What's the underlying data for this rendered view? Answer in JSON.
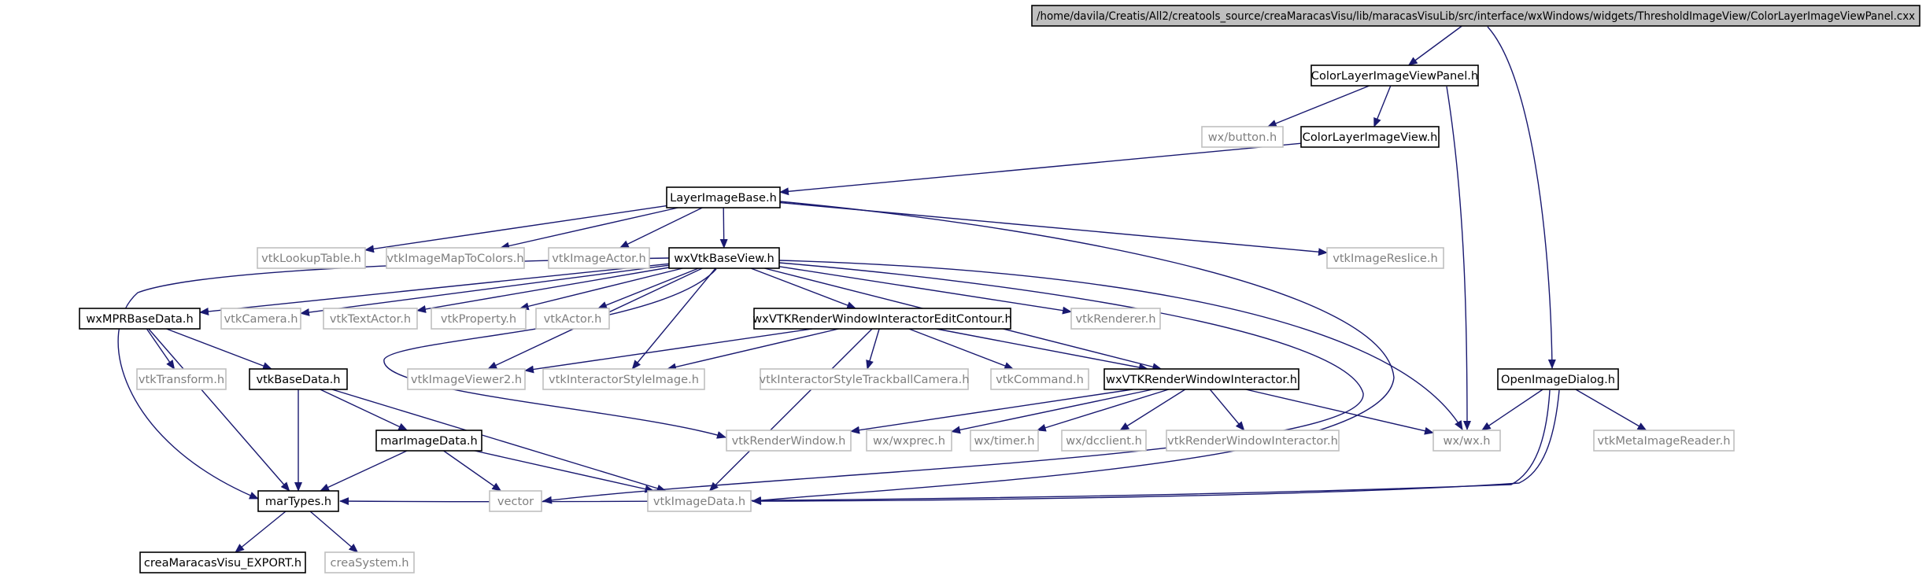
{
  "graph": {
    "nodes": [
      {
        "id": "root",
        "label": "/home/davila/Creatis/All2/creatools_source/creaMaracasVisu/lib/maracasVisuLib/src/interface/wxWindows/widgets/ThresholdImageView/ColorLayerImageViewPanel.cxx",
        "kind": "root"
      },
      {
        "id": "clivp",
        "label": "ColorLayerImageViewPanel.h",
        "kind": "documented"
      },
      {
        "id": "button",
        "label": "wx/button.h",
        "kind": "undocumented"
      },
      {
        "id": "cliv",
        "label": "ColorLayerImageView.h",
        "kind": "documented"
      },
      {
        "id": "lib",
        "label": "LayerImageBase.h",
        "kind": "documented"
      },
      {
        "id": "lut",
        "label": "vtkLookupTable.h",
        "kind": "undocumented"
      },
      {
        "id": "imtc",
        "label": "vtkImageMapToColors.h",
        "kind": "undocumented"
      },
      {
        "id": "imactor",
        "label": "vtkImageActor.h",
        "kind": "undocumented"
      },
      {
        "id": "wxvtkbv",
        "label": "wxVtkBaseView.h",
        "kind": "documented"
      },
      {
        "id": "reslice",
        "label": "vtkImageReslice.h",
        "kind": "undocumented"
      },
      {
        "id": "mpr",
        "label": "wxMPRBaseData.h",
        "kind": "documented"
      },
      {
        "id": "camera",
        "label": "vtkCamera.h",
        "kind": "undocumented"
      },
      {
        "id": "textactor",
        "label": "vtkTextActor.h",
        "kind": "undocumented"
      },
      {
        "id": "property",
        "label": "vtkProperty.h",
        "kind": "undocumented"
      },
      {
        "id": "actor",
        "label": "vtkActor.h",
        "kind": "undocumented"
      },
      {
        "id": "edit",
        "label": "wxVTKRenderWindowInteractorEditContour.h",
        "kind": "documented"
      },
      {
        "id": "renderer",
        "label": "vtkRenderer.h",
        "kind": "undocumented"
      },
      {
        "id": "transform",
        "label": "vtkTransform.h",
        "kind": "undocumented"
      },
      {
        "id": "basedata",
        "label": "vtkBaseData.h",
        "kind": "documented"
      },
      {
        "id": "viewer2",
        "label": "vtkImageViewer2.h",
        "kind": "undocumented"
      },
      {
        "id": "styleimg",
        "label": "vtkInteractorStyleImage.h",
        "kind": "undocumented"
      },
      {
        "id": "trackball",
        "label": "vtkInteractorStyleTrackballCamera.h",
        "kind": "undocumented"
      },
      {
        "id": "command",
        "label": "vtkCommand.h",
        "kind": "undocumented"
      },
      {
        "id": "rwi",
        "label": "wxVTKRenderWindowInteractor.h",
        "kind": "documented"
      },
      {
        "id": "oid",
        "label": "OpenImageDialog.h",
        "kind": "documented"
      },
      {
        "id": "marimg",
        "label": "marImageData.h",
        "kind": "documented"
      },
      {
        "id": "renwin",
        "label": "vtkRenderWindow.h",
        "kind": "undocumented"
      },
      {
        "id": "wxprec",
        "label": "wx/wxprec.h",
        "kind": "undocumented"
      },
      {
        "id": "timer",
        "label": "wx/timer.h",
        "kind": "undocumented"
      },
      {
        "id": "dcclient",
        "label": "wx/dcclient.h",
        "kind": "undocumented"
      },
      {
        "id": "vtkrwi",
        "label": "vtkRenderWindowInteractor.h",
        "kind": "undocumented"
      },
      {
        "id": "wx",
        "label": "wx/wx.h",
        "kind": "undocumented"
      },
      {
        "id": "metareader",
        "label": "vtkMetaImageReader.h",
        "kind": "undocumented"
      },
      {
        "id": "martypes",
        "label": "marTypes.h",
        "kind": "documented"
      },
      {
        "id": "vector",
        "label": "vector",
        "kind": "undocumented"
      },
      {
        "id": "imagedata",
        "label": "vtkImageData.h",
        "kind": "undocumented"
      },
      {
        "id": "export",
        "label": "creaMaracasVisu_EXPORT.h",
        "kind": "documented"
      },
      {
        "id": "crsys",
        "label": "creaSystem.h",
        "kind": "undocumented"
      }
    ],
    "edges": [
      {
        "from": "root",
        "to": "clivp"
      },
      {
        "from": "root",
        "to": "oid"
      },
      {
        "from": "clivp",
        "to": "button"
      },
      {
        "from": "clivp",
        "to": "cliv"
      },
      {
        "from": "clivp",
        "to": "wx"
      },
      {
        "from": "cliv",
        "to": "lib"
      },
      {
        "from": "lib",
        "to": "lut"
      },
      {
        "from": "lib",
        "to": "imtc"
      },
      {
        "from": "lib",
        "to": "imactor"
      },
      {
        "from": "lib",
        "to": "wxvtkbv"
      },
      {
        "from": "lib",
        "to": "reslice"
      },
      {
        "from": "lib",
        "to": "imagedata"
      },
      {
        "from": "wxvtkbv",
        "to": "mpr"
      },
      {
        "from": "wxvtkbv",
        "to": "camera"
      },
      {
        "from": "wxvtkbv",
        "to": "textactor"
      },
      {
        "from": "wxvtkbv",
        "to": "property"
      },
      {
        "from": "wxvtkbv",
        "to": "actor"
      },
      {
        "from": "wxvtkbv",
        "to": "edit"
      },
      {
        "from": "wxvtkbv",
        "to": "renderer"
      },
      {
        "from": "wxvtkbv",
        "to": "viewer2"
      },
      {
        "from": "wxvtkbv",
        "to": "styleimg"
      },
      {
        "from": "wxvtkbv",
        "to": "rwi"
      },
      {
        "from": "wxvtkbv",
        "to": "renwin"
      },
      {
        "from": "wxvtkbv",
        "to": "wx"
      },
      {
        "from": "wxvtkbv",
        "to": "martypes"
      },
      {
        "from": "wxvtkbv",
        "to": "vector"
      },
      {
        "from": "mpr",
        "to": "transform"
      },
      {
        "from": "mpr",
        "to": "basedata"
      },
      {
        "from": "mpr",
        "to": "martypes"
      },
      {
        "from": "basedata",
        "to": "marimg"
      },
      {
        "from": "basedata",
        "to": "martypes"
      },
      {
        "from": "basedata",
        "to": "imagedata"
      },
      {
        "from": "edit",
        "to": "viewer2"
      },
      {
        "from": "edit",
        "to": "styleimg"
      },
      {
        "from": "edit",
        "to": "trackball"
      },
      {
        "from": "edit",
        "to": "command"
      },
      {
        "from": "edit",
        "to": "rwi"
      },
      {
        "from": "edit",
        "to": "imagedata"
      },
      {
        "from": "rwi",
        "to": "renwin"
      },
      {
        "from": "rwi",
        "to": "wxprec"
      },
      {
        "from": "rwi",
        "to": "timer"
      },
      {
        "from": "rwi",
        "to": "dcclient"
      },
      {
        "from": "rwi",
        "to": "vtkrwi"
      },
      {
        "from": "rwi",
        "to": "wx"
      },
      {
        "from": "oid",
        "to": "wx"
      },
      {
        "from": "oid",
        "to": "metareader"
      },
      {
        "from": "oid",
        "to": "imagedata"
      },
      {
        "from": "oid",
        "to": "martypes"
      },
      {
        "from": "marimg",
        "to": "martypes"
      },
      {
        "from": "marimg",
        "to": "vector"
      },
      {
        "from": "marimg",
        "to": "imagedata"
      },
      {
        "from": "martypes",
        "to": "export"
      },
      {
        "from": "martypes",
        "to": "crsys"
      }
    ]
  }
}
